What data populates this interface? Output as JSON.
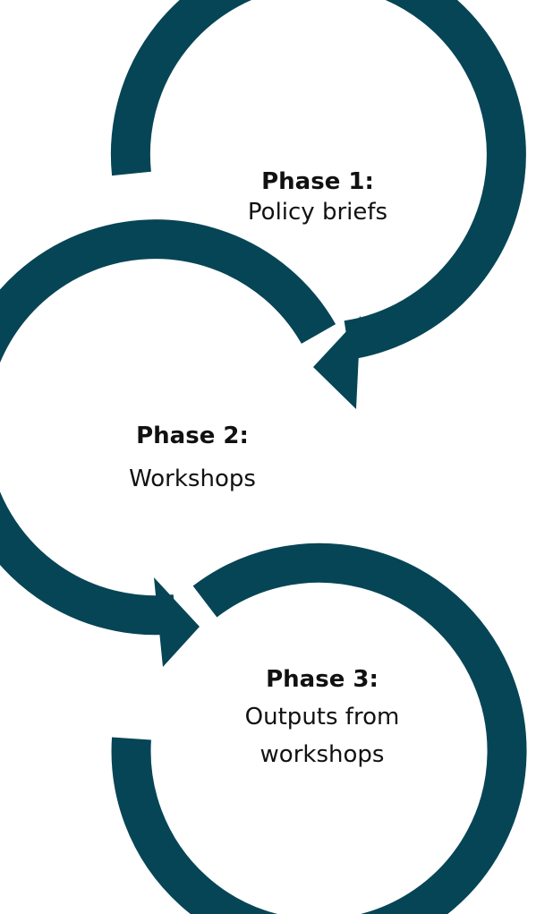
{
  "colors": {
    "arrow": "#064556",
    "text": "#111111",
    "background": "#ffffff"
  },
  "phases": [
    {
      "title": "Phase 1:",
      "description": "Policy briefs"
    },
    {
      "title": "Phase 2:",
      "description": "Workshops"
    },
    {
      "title": "Phase 3:",
      "description": "Outputs from workshops",
      "description_lines": [
        "Outputs from",
        "workshops"
      ]
    }
  ]
}
